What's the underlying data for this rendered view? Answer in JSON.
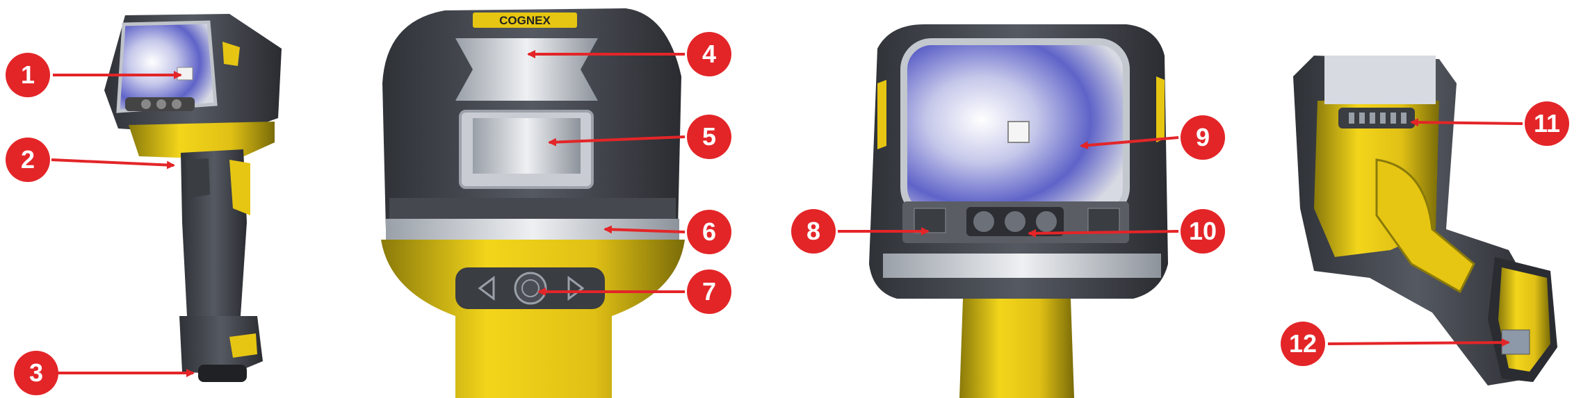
{
  "brand_text": "COGNEX",
  "callouts": [
    "1",
    "2",
    "3",
    "4",
    "5",
    "6",
    "7",
    "8",
    "9",
    "10",
    "11",
    "12"
  ],
  "colors": {
    "callout": "#e32528",
    "arrow": "#e32528",
    "housing_dark": "#3d4046",
    "housing_yellow": "#e6c612",
    "window_light": "#d9dde6",
    "window_blue": "#6b6fd0"
  }
}
